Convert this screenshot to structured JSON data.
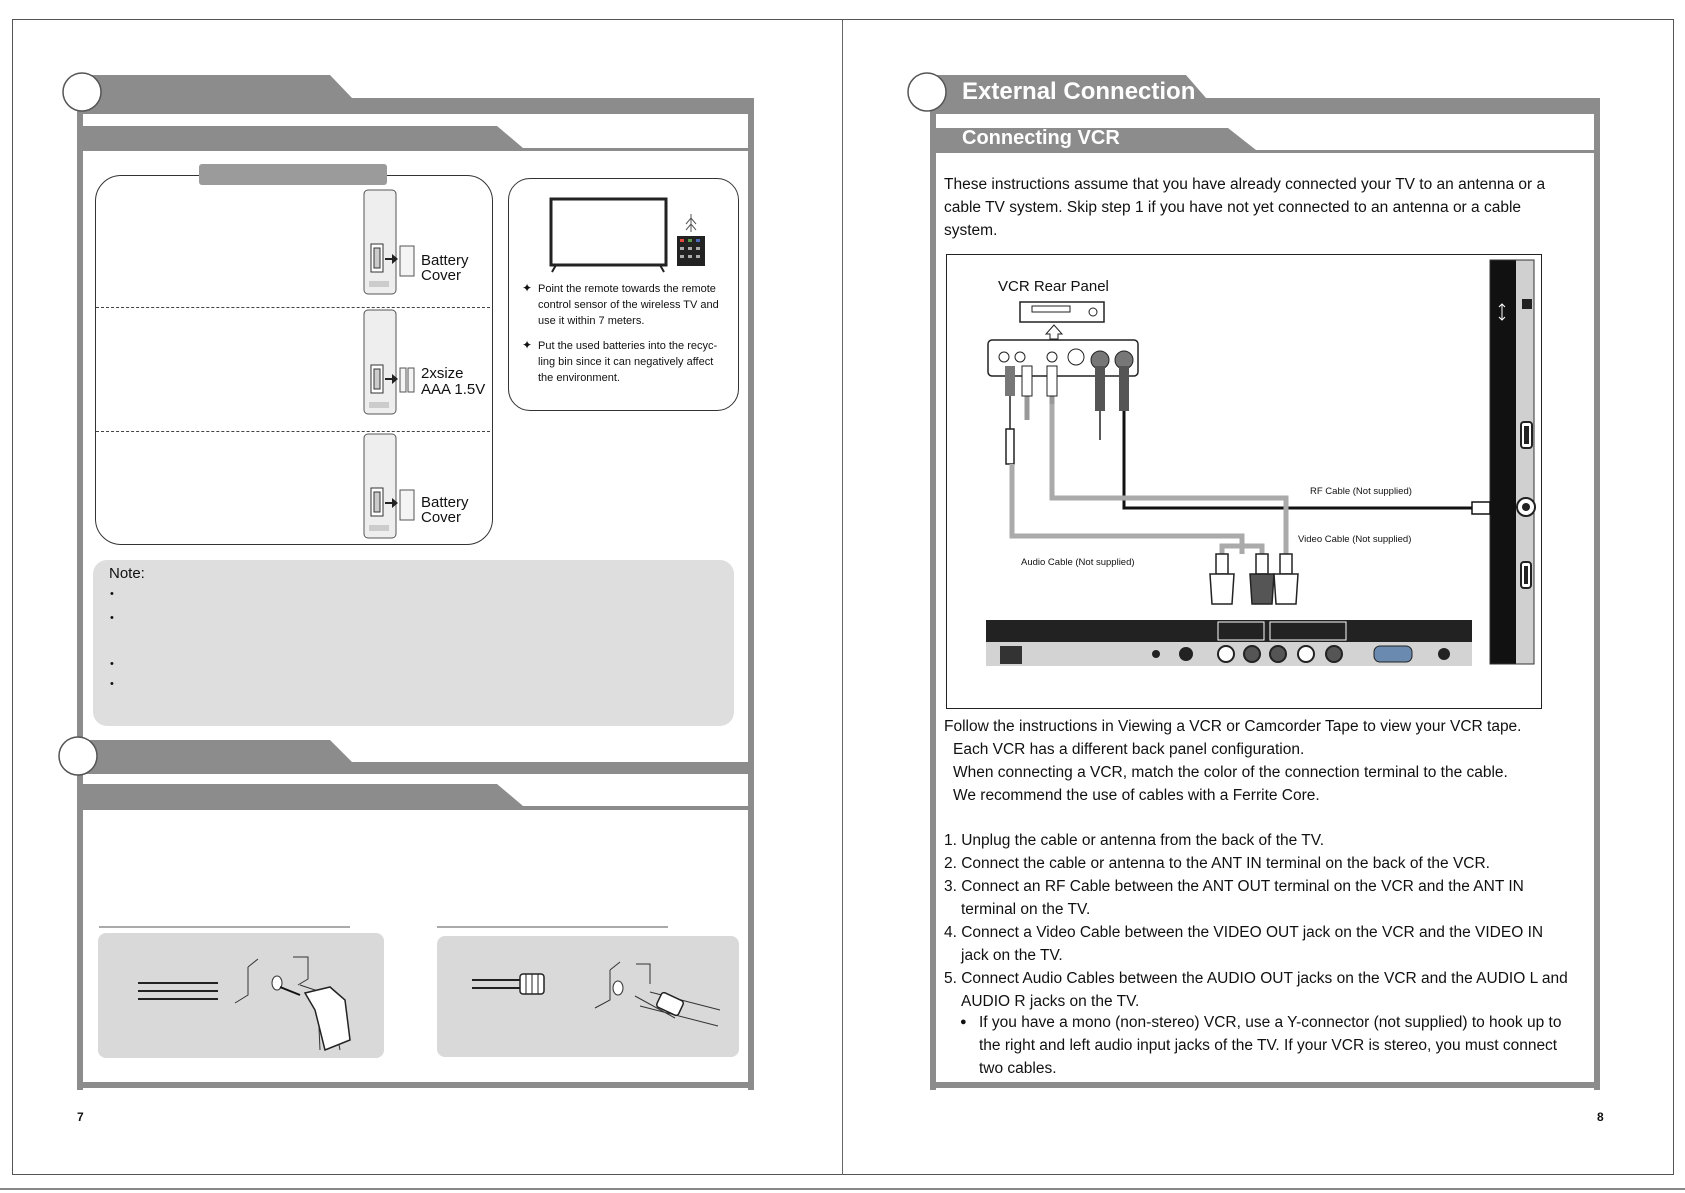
{
  "page_left": {
    "page_number": "7",
    "battery_labels": {
      "cover_top_line1": "Battery",
      "cover_top_line2": "Cover",
      "size_line1": "2xsize",
      "size_line2": "AAA 1.5V",
      "cover_bottom_line1": "Battery",
      "cover_bottom_line2": "Cover"
    },
    "remote_tips": [
      {
        "symbol": "✦",
        "lines": [
          "Point the remote towards the remote",
          "control sensor of the wireless TV and",
          "use it within 7 meters."
        ]
      },
      {
        "symbol": "✦",
        "lines": [
          "Put the used batteries into the recyc-",
          "ling bin since it can negatively affect",
          "the environment."
        ]
      }
    ],
    "note_label": "Note:",
    "note_bullets": [
      "•",
      "•",
      "•",
      "•"
    ]
  },
  "page_right": {
    "page_number": "8",
    "section_title": "External Connection",
    "subsection_title": "Connecting VCR",
    "intro_lines": [
      "These instructions assume that you have already connected your TV to an antenna or a",
      "cable TV system. Skip step 1 if you have not yet connected to an antenna or a cable",
      "system."
    ],
    "diagram": {
      "vcr_rear_panel": "VCR Rear Panel",
      "rf_cable": "RF Cable (Not supplied)",
      "video_cable": "Video Cable (Not supplied)",
      "audio_cable": "Audio Cable (Not supplied)"
    },
    "follow_lines": [
      "Follow the instructions in Viewing a VCR or Camcorder Tape to view your VCR tape.",
      "Each VCR has a different back panel configuration.",
      "When connecting a VCR, match the color of the connection terminal to the cable.",
      "We recommend the use of cables with a Ferrite Core."
    ],
    "steps": [
      {
        "lines": [
          "1. Unplug the cable or antenna from the back of the TV."
        ]
      },
      {
        "lines": [
          "2. Connect the cable or antenna to the ANT IN terminal on the back of the VCR."
        ]
      },
      {
        "lines": [
          "3. Connect an RF Cable between the ANT OUT terminal on the VCR and the ANT IN",
          "terminal on the TV."
        ]
      },
      {
        "lines": [
          "4. Connect a Video Cable between the VIDEO OUT jack on the VCR and the VIDEO IN",
          "jack on the TV."
        ]
      },
      {
        "lines": [
          "5. Connect Audio Cables between the AUDIO OUT jacks on the VCR and the AUDIO L and",
          "AUDIO R jacks on the TV."
        ]
      }
    ],
    "sub_bullet": {
      "symbol": "●",
      "lines": [
        "If you have a mono (non-stereo) VCR, use a Y-connector (not supplied) to hook up to",
        "the right and left audio input jacks of the TV. If your VCR is stereo, you must connect",
        "two cables."
      ]
    }
  }
}
